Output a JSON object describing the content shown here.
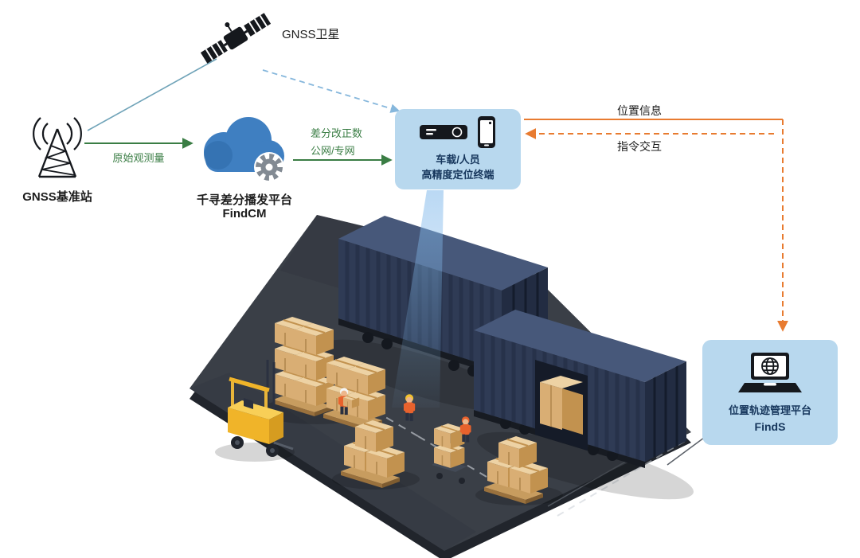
{
  "diagram": {
    "satellite": {
      "label": "GNSS卫星"
    },
    "base_station": {
      "label": "GNSS基准站"
    },
    "cloud_platform": {
      "name": "千寻差分播发平台",
      "product": "FindCM"
    },
    "terminal": {
      "line1": "车载/人员",
      "line2": "高精度定位终端"
    },
    "management_platform": {
      "name": "位置轨迹管理平台",
      "product": "FindS"
    },
    "flows": {
      "raw_observation": "原始观测量",
      "differential_correction": "差分改正数",
      "network": "公网/专网",
      "position_info": "位置信息",
      "command_interaction": "指令交互"
    },
    "colors": {
      "card_bg": "#b8d8ee",
      "flow_green": "#3a7d44",
      "flow_orange": "#e87b30",
      "text_navy": "#16365c",
      "cloud_blue": "#3f7fc1",
      "satellite_link_blue": "#86b7dc",
      "container_navy": "#2f3b55",
      "ground_gray": "#3a3f47"
    }
  }
}
